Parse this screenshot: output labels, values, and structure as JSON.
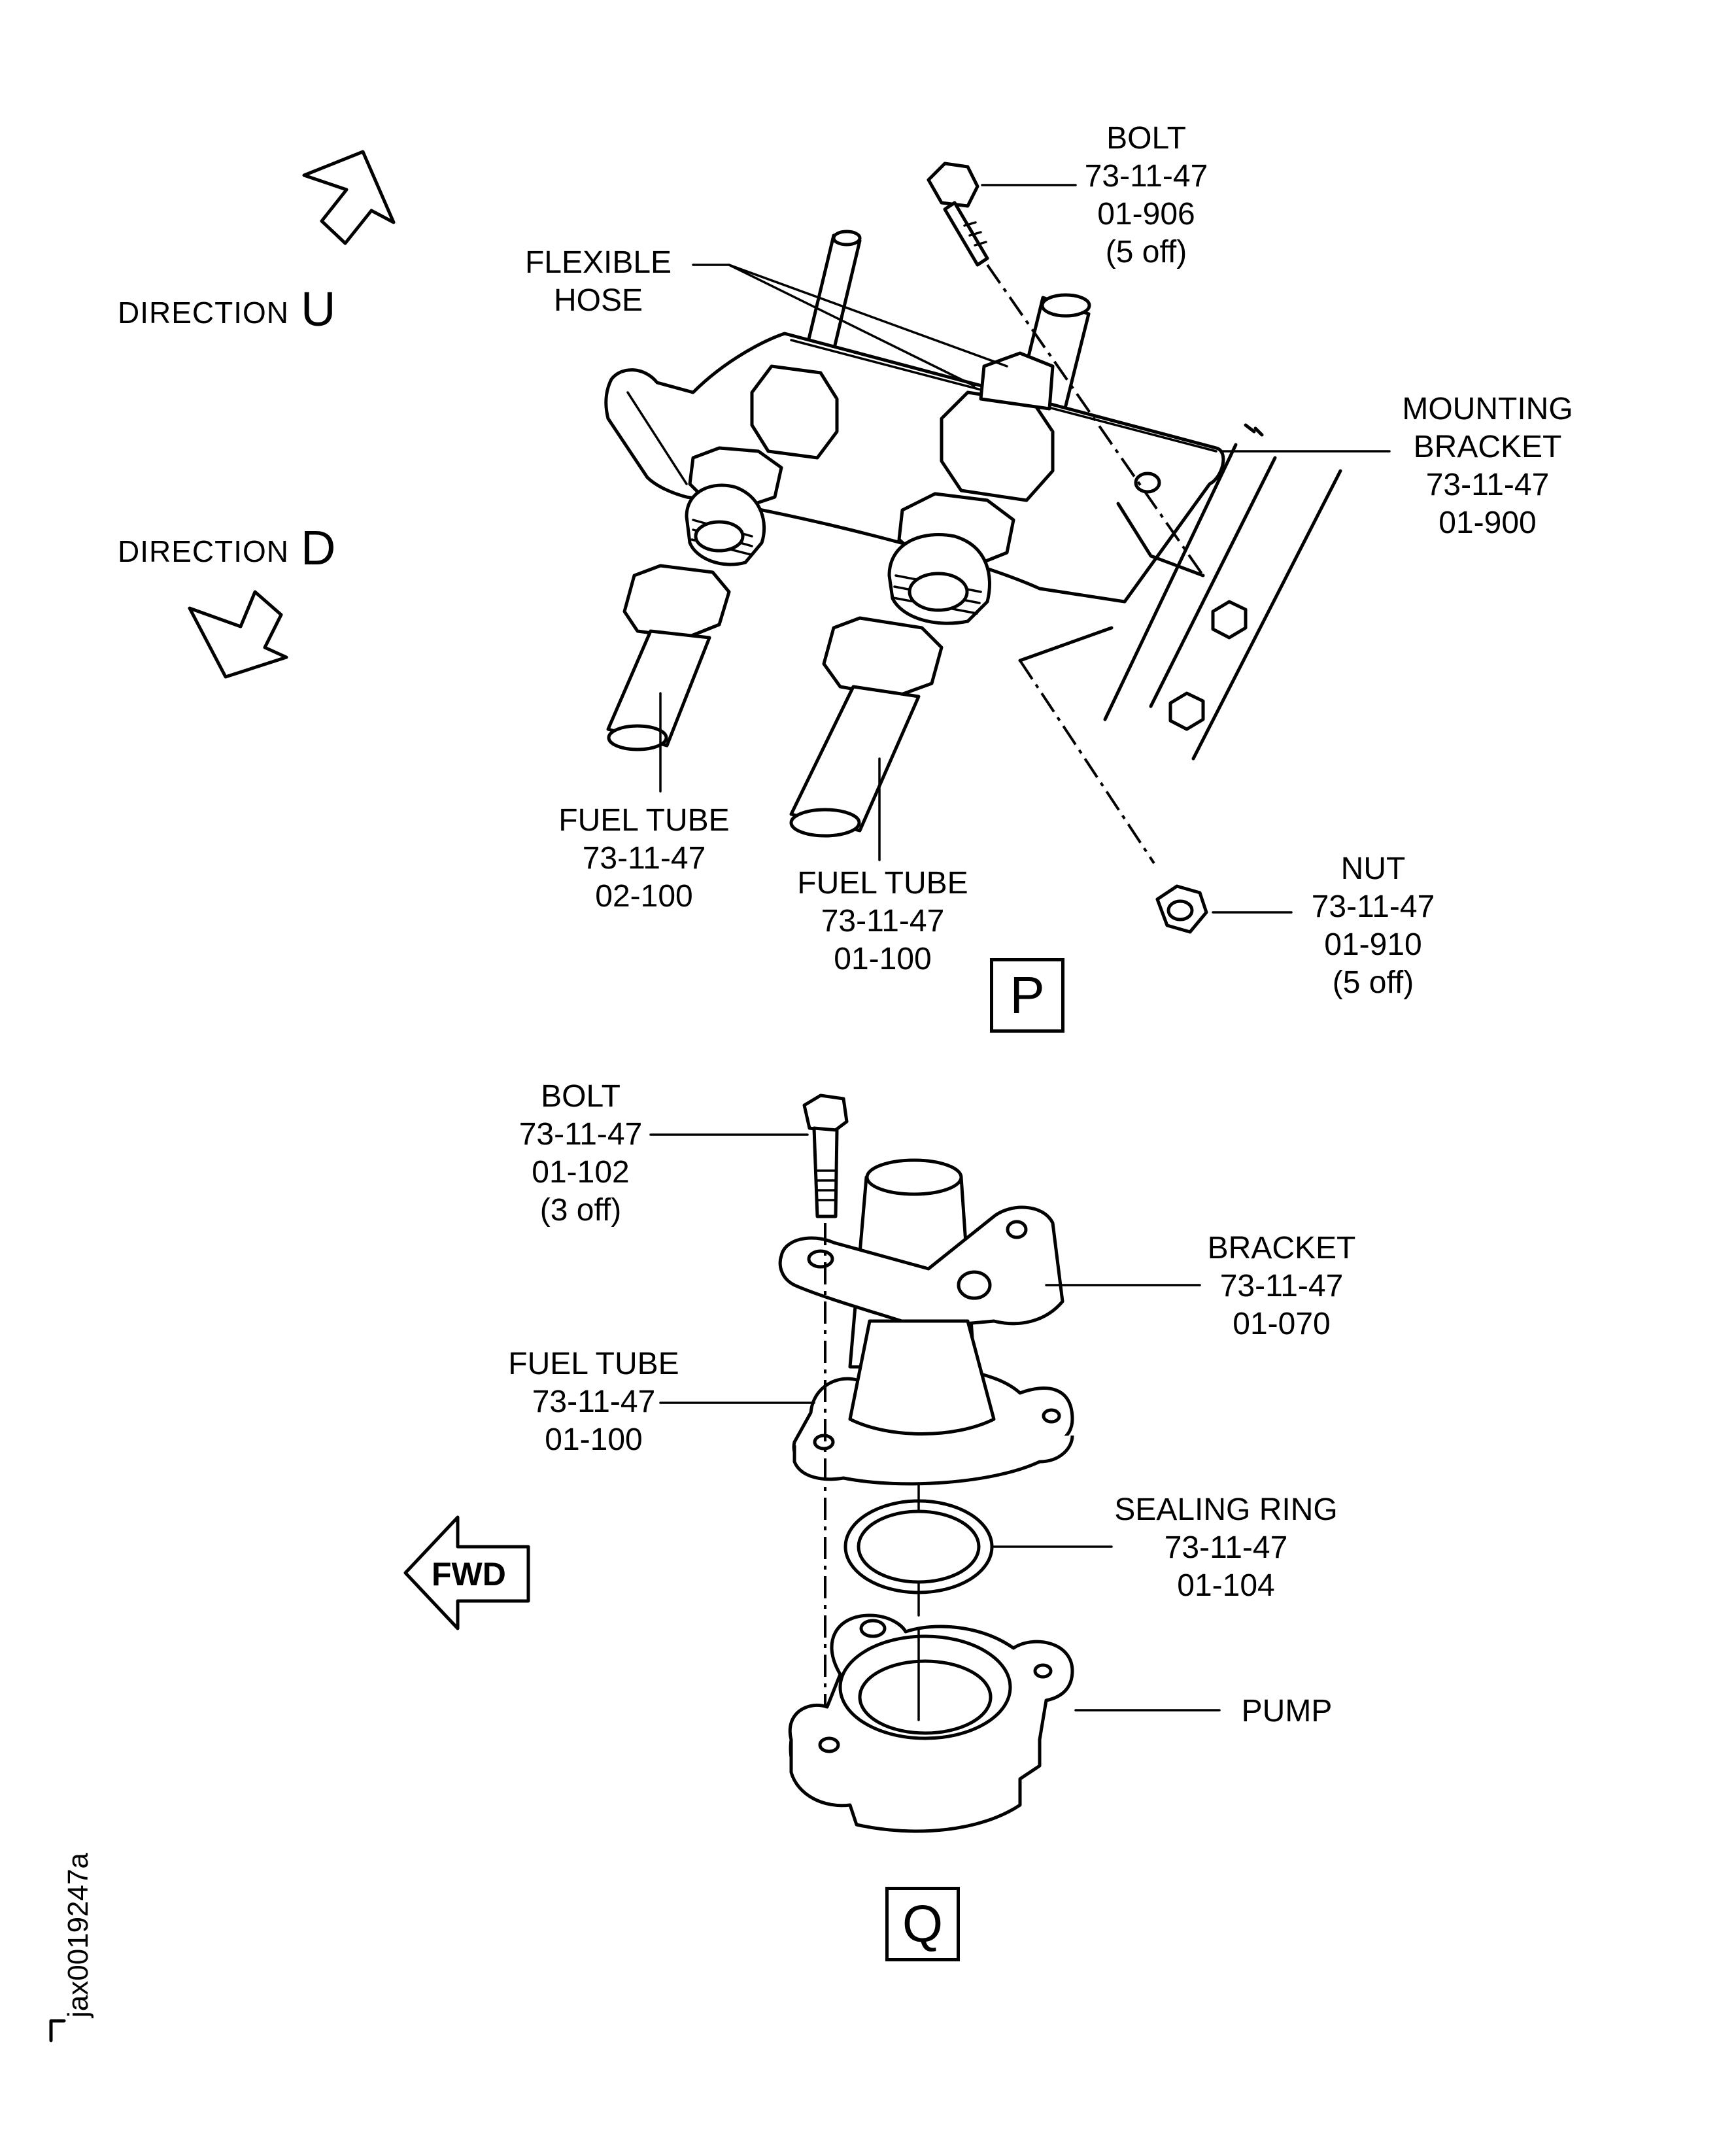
{
  "direction_u": {
    "text": "DIRECTION",
    "letter": "U"
  },
  "direction_d": {
    "text": "DIRECTION",
    "letter": "D"
  },
  "view_p": {
    "box": "P",
    "bolt": {
      "name": "BOLT",
      "ref": "73-11-47",
      "num": "01-906",
      "qty": "(5  off)"
    },
    "flexible_hose": {
      "line1": "FLEXIBLE",
      "line2": "HOSE"
    },
    "mounting_bracket": {
      "line1": "MOUNTING",
      "line2": "BRACKET",
      "ref": "73-11-47",
      "num": "01-900"
    },
    "fuel_tube_a": {
      "name": "FUEL  TUBE",
      "ref": "73-11-47",
      "num": "02-100"
    },
    "fuel_tube_b": {
      "name": "FUEL  TUBE",
      "ref": "73-11-47",
      "num": "01-100"
    },
    "nut": {
      "name": "NUT",
      "ref": "73-11-47",
      "num": "01-910",
      "qty": "(5  off)"
    }
  },
  "view_q": {
    "box": "Q",
    "bolt": {
      "name": "BOLT",
      "ref": "73-11-47",
      "num": "01-102",
      "qty": "(3  off)"
    },
    "bracket": {
      "name": "BRACKET",
      "ref": "73-11-47",
      "num": "01-070"
    },
    "fuel_tube": {
      "name": "FUEL  TUBE",
      "ref": "73-11-47",
      "num": "01-100"
    },
    "sealing_ring": {
      "name": "SEALING  RING",
      "ref": "73-11-47",
      "num": "01-104"
    },
    "pump": {
      "name": "PUMP"
    },
    "fwd": "FWD"
  },
  "figure_id": "jax0019247a"
}
